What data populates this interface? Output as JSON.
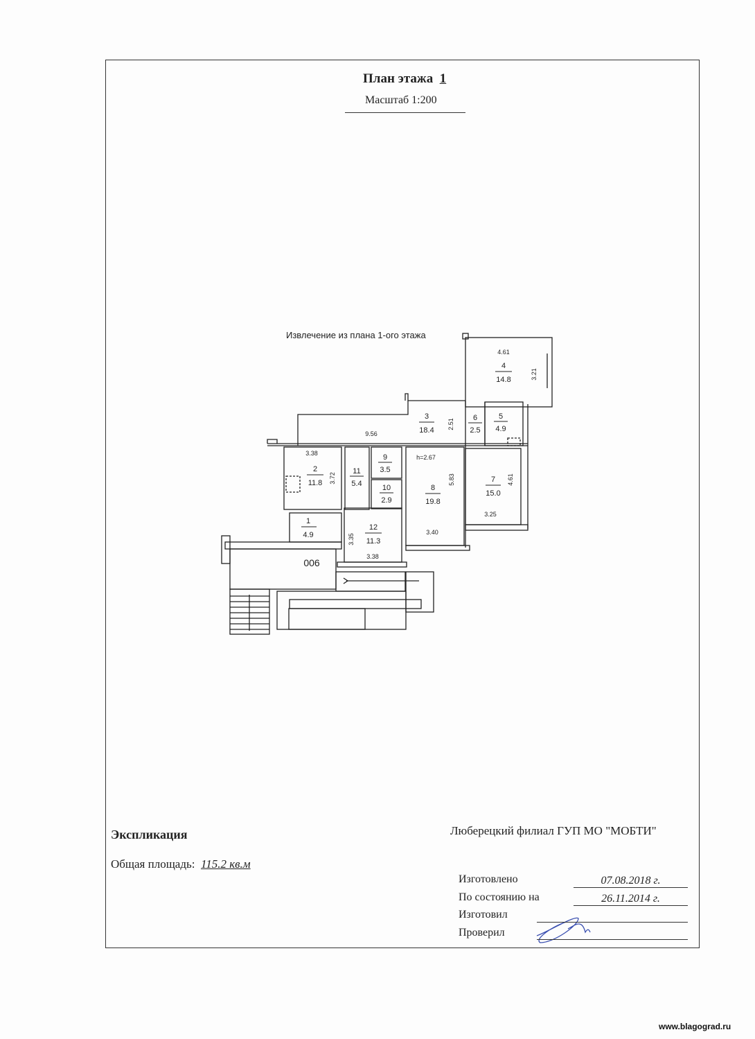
{
  "header": {
    "title_prefix": "План этажа",
    "floor_number": "1",
    "scale": "Масштаб 1:200"
  },
  "plan": {
    "caption": "Извлечение из плана 1-ого этажа",
    "ceiling_height": "h=2.67",
    "corridor_label": "006",
    "rooms": [
      {
        "number": "1",
        "area": "4.9"
      },
      {
        "number": "2",
        "area": "11.8"
      },
      {
        "number": "3",
        "area": "18.4"
      },
      {
        "number": "4",
        "area": "14.8"
      },
      {
        "number": "5",
        "area": "4.9"
      },
      {
        "number": "6",
        "area": "2.5"
      },
      {
        "number": "7",
        "area": "15.0"
      },
      {
        "number": "8",
        "area": "19.8"
      },
      {
        "number": "9",
        "area": "3.5"
      },
      {
        "number": "10",
        "area": "2.9"
      },
      {
        "number": "11",
        "area": "5.4"
      },
      {
        "number": "12",
        "area": "11.3"
      }
    ],
    "dimensions": {
      "r4_width": "4.61",
      "r4_height": "3.21",
      "r3_length": "9.56",
      "r3_width": "2.51",
      "r2_width": "3.38",
      "r2_height": "3.72",
      "r8_height": "5.83",
      "r8_width": "3.40",
      "r7_height": "4.61",
      "r7_width": "3.25",
      "r12_height": "3.35",
      "r12_width": "3.38"
    }
  },
  "explication": {
    "title": "Экспликация",
    "total_area_label": "Общая площадь:",
    "total_area_value": "115.2 кв.м"
  },
  "org": "Люберецкий филиал ГУП МО \"МОБТИ\"",
  "stamp": [
    {
      "label": "Изготовлено",
      "value": "07.08.2018 г."
    },
    {
      "label": "По состоянию на",
      "value": "26.11.2014 г."
    },
    {
      "label": "Изготовил",
      "value": ""
    },
    {
      "label": "Проверил",
      "value": ""
    }
  ],
  "watermark": "www.blagograd.ru",
  "colors": {
    "signature": "#3a4fb0"
  }
}
